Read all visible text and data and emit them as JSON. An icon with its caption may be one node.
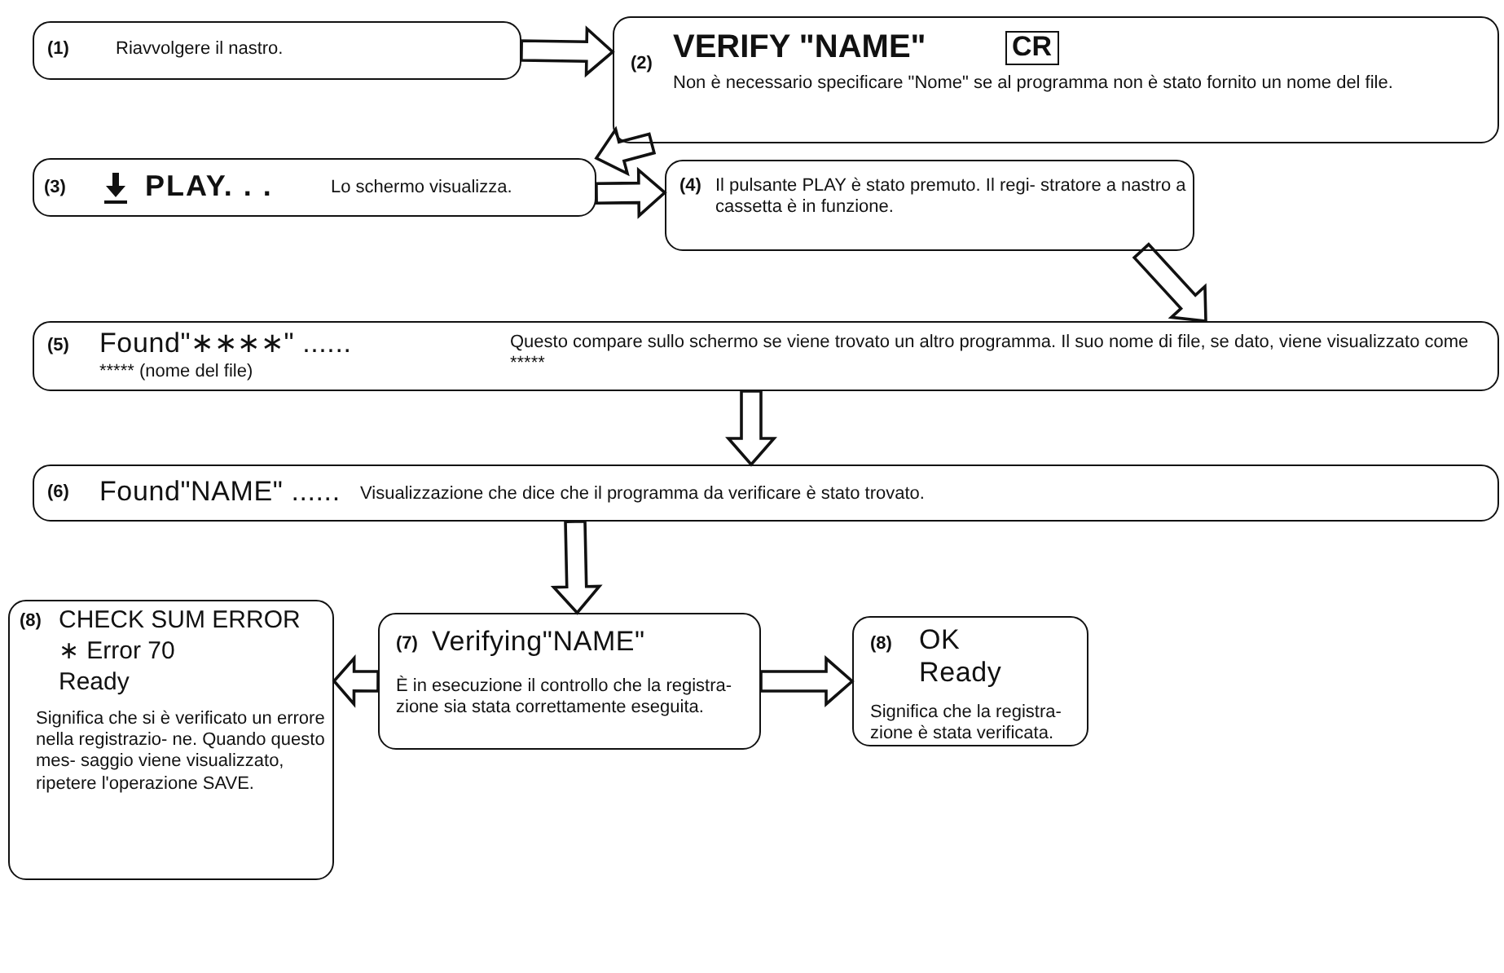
{
  "diagram": {
    "nodes": [
      {
        "text": [
          "(1)",
          "Riavvolgere il nastro."
        ]
      },
      {
        "text": [
          "(2)",
          "VERIFY \"NAME\"",
          "CR",
          "Non è necessario specificare \"Nome\" se al programma non è stato fornito un nome del file."
        ]
      },
      {
        "text": [
          "(3)",
          "PLAY. . .",
          "Lo schermo visualizza."
        ]
      },
      {
        "text": [
          "(4)",
          "Il pulsante PLAY è stato premuto. Il regi- stratore a nastro a cassetta è in funzione."
        ]
      },
      {
        "text": [
          "(5)",
          "Found\"∗∗∗∗\" ......",
          "***** (nome del file)",
          "Questo compare sullo schermo se viene trovato un altro programma. Il suo nome di file, se dato, viene visualizzato come *****"
        ]
      },
      {
        "text": [
          "(6)",
          "Found\"NAME\" ......",
          "Visualizzazione che dice che il programma da verificare è stato trovato."
        ]
      },
      {
        "text": [
          "(8)",
          "CHECK SUM ERROR",
          "∗ Error 70",
          "Ready",
          "Significa che si è verificato un errore nella registrazio- ne. Quando questo mes- saggio viene visualizzato, ripetere l'operazione SAVE."
        ]
      },
      {
        "text": [
          "(7)",
          "Verifying\"NAME\"",
          "È in esecuzione il controllo che la registra- zione sia stata correttamente eseguita."
        ]
      },
      {
        "text": [
          "(8)",
          "OK",
          "Ready",
          "Significa che la registra- zione è stata verificata."
        ]
      }
    ],
    "edges": [
      {
        "from": 0,
        "to": 1,
        "arrow": "to"
      },
      {
        "from": 1,
        "to": 2,
        "arrow": "to"
      },
      {
        "from": 2,
        "to": 3,
        "arrow": "to"
      },
      {
        "from": 3,
        "to": 4,
        "arrow": "to"
      },
      {
        "from": 4,
        "to": 5,
        "arrow": "to"
      },
      {
        "from": 5,
        "to": 7,
        "arrow": "to"
      },
      {
        "from": 7,
        "to": 6,
        "arrow": "to"
      },
      {
        "from": 7,
        "to": 8,
        "arrow": "to"
      }
    ]
  }
}
